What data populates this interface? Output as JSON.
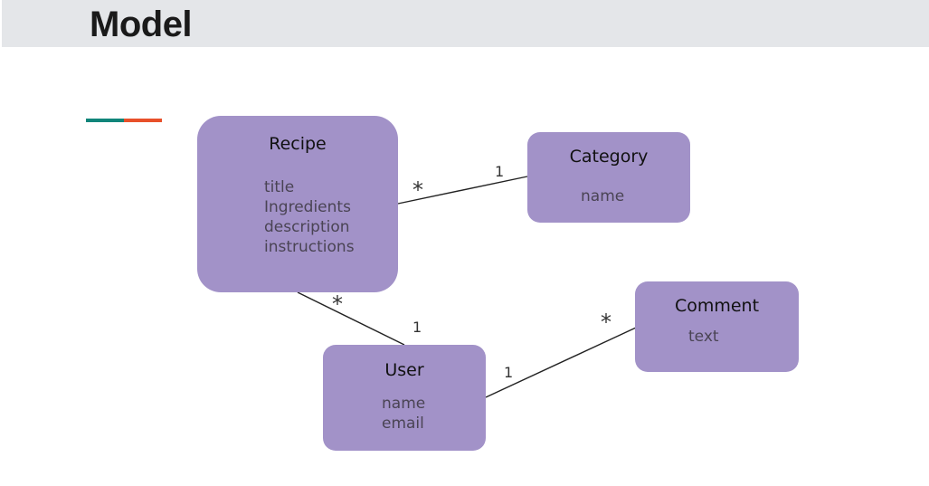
{
  "header": {
    "title": "Model"
  },
  "entities": {
    "recipe": {
      "name": "Recipe",
      "attributes": [
        "title",
        "Ingredients",
        "description",
        "instructions"
      ]
    },
    "category": {
      "name": "Category",
      "attributes": [
        "name"
      ]
    },
    "user": {
      "name": "User",
      "attributes": [
        "name",
        "email"
      ]
    },
    "comment": {
      "name": "Comment",
      "attributes": [
        "text"
      ]
    }
  },
  "relations": {
    "recipe_category": {
      "from": "Recipe",
      "to": "Category",
      "from_mult": "*",
      "to_mult": "1"
    },
    "recipe_user": {
      "from": "Recipe",
      "to": "User",
      "from_mult": "*",
      "to_mult": "1"
    },
    "user_comment": {
      "from": "User",
      "to": "Comment",
      "from_mult": "1",
      "to_mult": "*"
    }
  },
  "colors": {
    "entity_fill": "#a292c8",
    "header_bg": "#e4e6e9",
    "accent_teal": "#11857a",
    "accent_orange": "#e8502a"
  }
}
